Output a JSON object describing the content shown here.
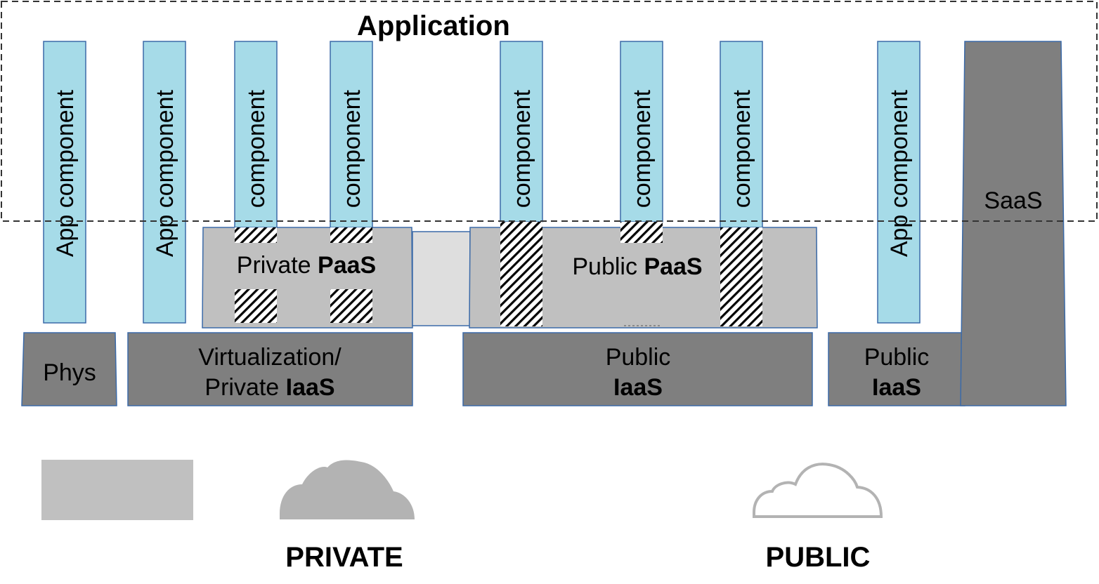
{
  "application_label": "Application",
  "components": [
    "App component",
    "App component",
    "component",
    "component",
    "component",
    "component",
    "component",
    "App component"
  ],
  "private_paas": {
    "prefix": "Private ",
    "bold": "PaaS"
  },
  "public_paas": {
    "prefix": "Public ",
    "bold": "PaaS"
  },
  "phys": "Phys",
  "virt": {
    "line1": "Virtualization/",
    "line2_prefix": "Private ",
    "line2_bold": "IaaS"
  },
  "public_iaas": {
    "line1": "Public",
    "line2": "IaaS"
  },
  "public_iaas_2": {
    "line1": "Public",
    "line2": "IaaS"
  },
  "saas": "SaaS",
  "legend": {
    "private": "PRIVATE",
    "public": "PUBLIC"
  }
}
